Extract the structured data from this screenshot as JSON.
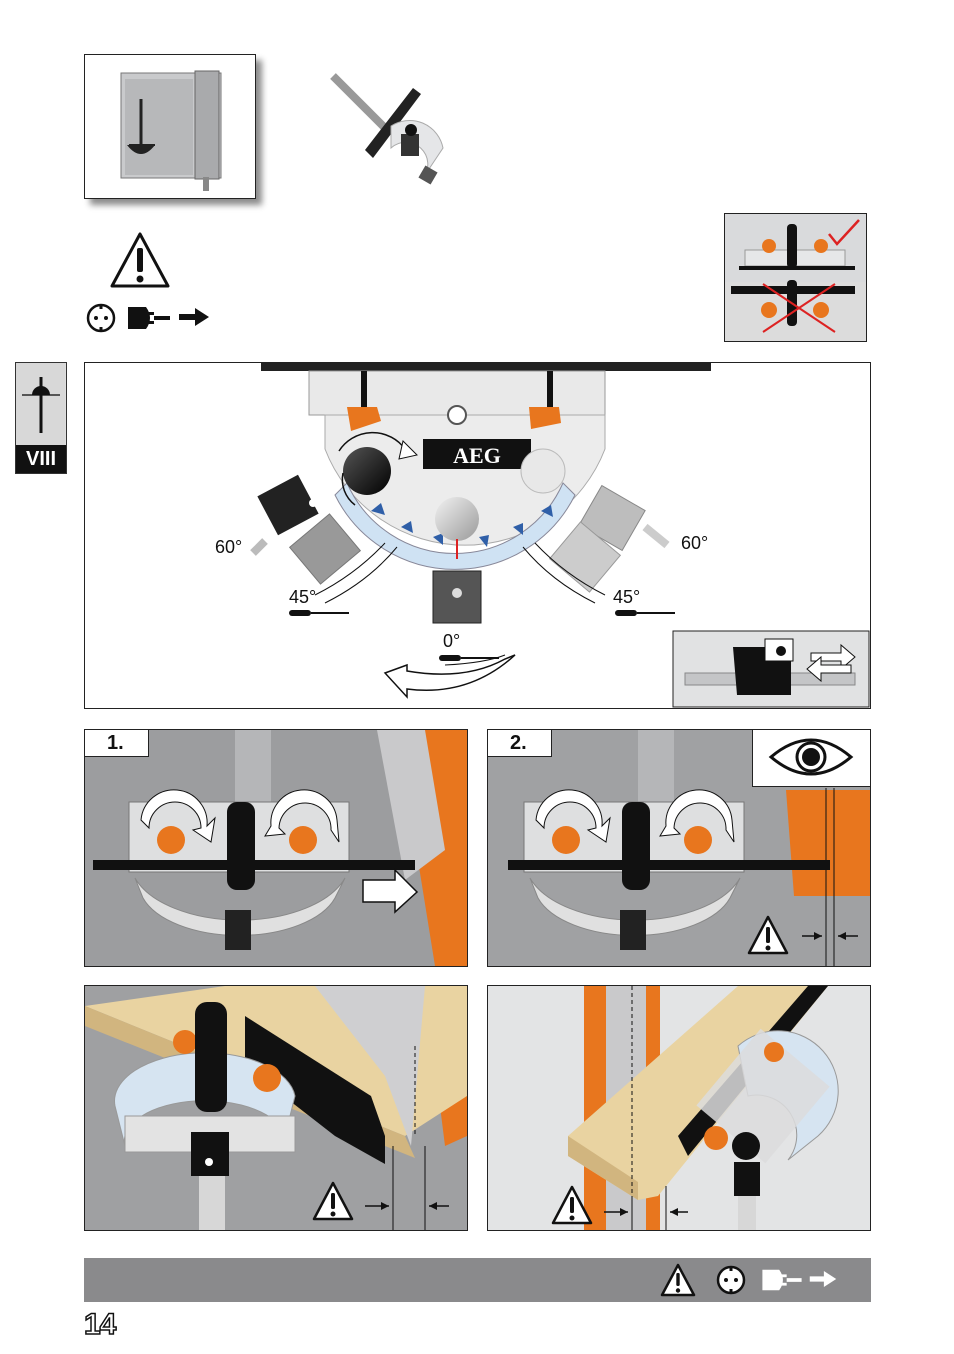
{
  "section": {
    "label": "VIII"
  },
  "angles": {
    "left_60": "60°",
    "right_60": "60°",
    "left_45": "45°",
    "right_45": "45°",
    "center_0": "0°"
  },
  "brand": "AEG",
  "steps": {
    "top_left": "1.",
    "top_right": "2."
  },
  "page": {
    "number": "14"
  },
  "colors": {
    "accent": "#e8761e",
    "bar": "#8a8a8c",
    "wood": "#e7cf9c"
  },
  "icons": [
    "warning-icon",
    "socket-icon",
    "plug-icon",
    "arrow-right-icon",
    "eye-icon",
    "checkmark-icon",
    "cross-icon",
    "screwdriver-icon"
  ]
}
